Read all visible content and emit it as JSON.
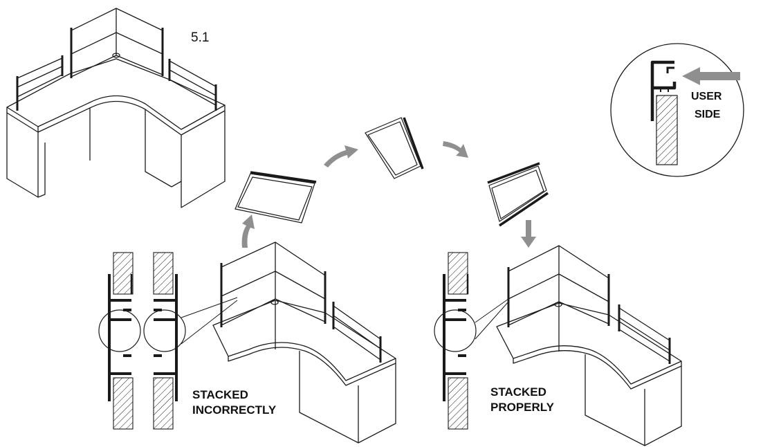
{
  "step_number": "5.1",
  "incorrect_label": {
    "line1": "STACKED",
    "line2": "INCORRECTLY"
  },
  "proper_label": {
    "line1": "STACKED",
    "line2": "PROPERLY"
  },
  "user_side_label": {
    "line1": "USER",
    "line2": "SIDE"
  },
  "colors": {
    "line": "#1a1a1a",
    "arrow": "#8f8f8f",
    "background": "#ffffff"
  }
}
